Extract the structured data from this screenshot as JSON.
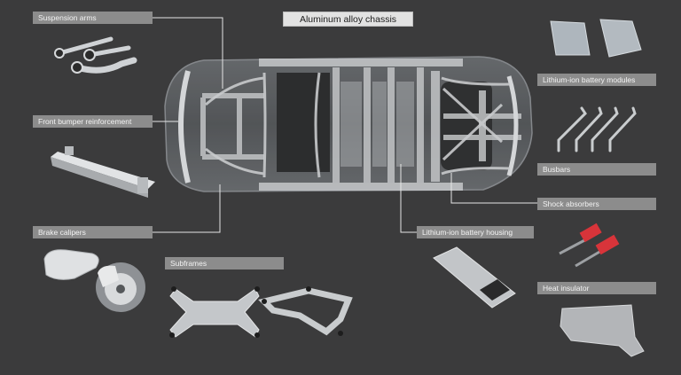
{
  "title": "Aluminum alloy chassis",
  "labels": {
    "suspension_arms": "Suspension arms",
    "front_bumper": "Front bumper reinforcement",
    "brake_calipers": "Brake calipers",
    "subframes": "Subframes",
    "battery_modules": "Lithium-ion battery modules",
    "busbars": "Busbars",
    "shock_absorbers": "Shock absorbers",
    "battery_housing": "Lithium-ion battery housing",
    "heat_insulator": "Heat insulator"
  },
  "colors": {
    "background": "#3b3b3c",
    "label_box": "#8c8c8c",
    "label_text": "#f2f2f2",
    "title_box": "#e2e2e2",
    "leader_line": "#e6e6e6",
    "part_metal": "#c9cccf",
    "shock_spring": "#d8343a"
  }
}
